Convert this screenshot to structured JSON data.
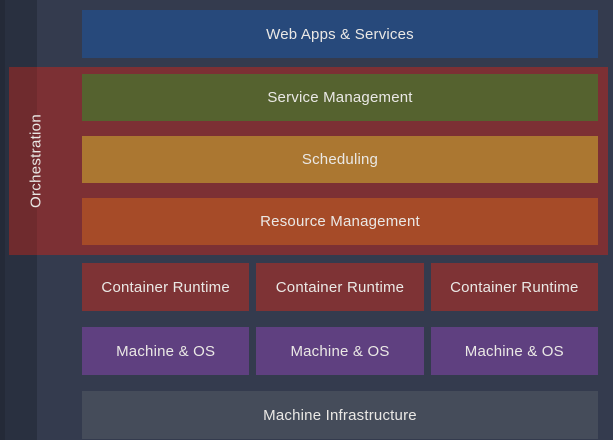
{
  "canvas": {
    "background": "#343b4e",
    "left_strip_color": "#293040",
    "left_edge_color": "#242a38",
    "text_color": "#eae8e5"
  },
  "stack": {
    "web_apps": {
      "label": "Web Apps & Services",
      "color": "#27497b"
    },
    "orchestration": {
      "label": "Orchestration",
      "band_color": "#7c3034",
      "layers": [
        {
          "label": "Service Management",
          "color": "#55622f"
        },
        {
          "label": "Scheduling",
          "color": "#ab7731"
        },
        {
          "label": "Resource Management",
          "color": "#a64b28"
        }
      ]
    },
    "container_runtime": {
      "label": "Container Runtime",
      "color": "#7e3335",
      "count": 3
    },
    "machine_os": {
      "label": "Machine & OS",
      "color": "#5f4080",
      "count": 3
    },
    "machine_infrastructure": {
      "label": "Machine Infrastructure",
      "color": "#454c5a"
    }
  }
}
